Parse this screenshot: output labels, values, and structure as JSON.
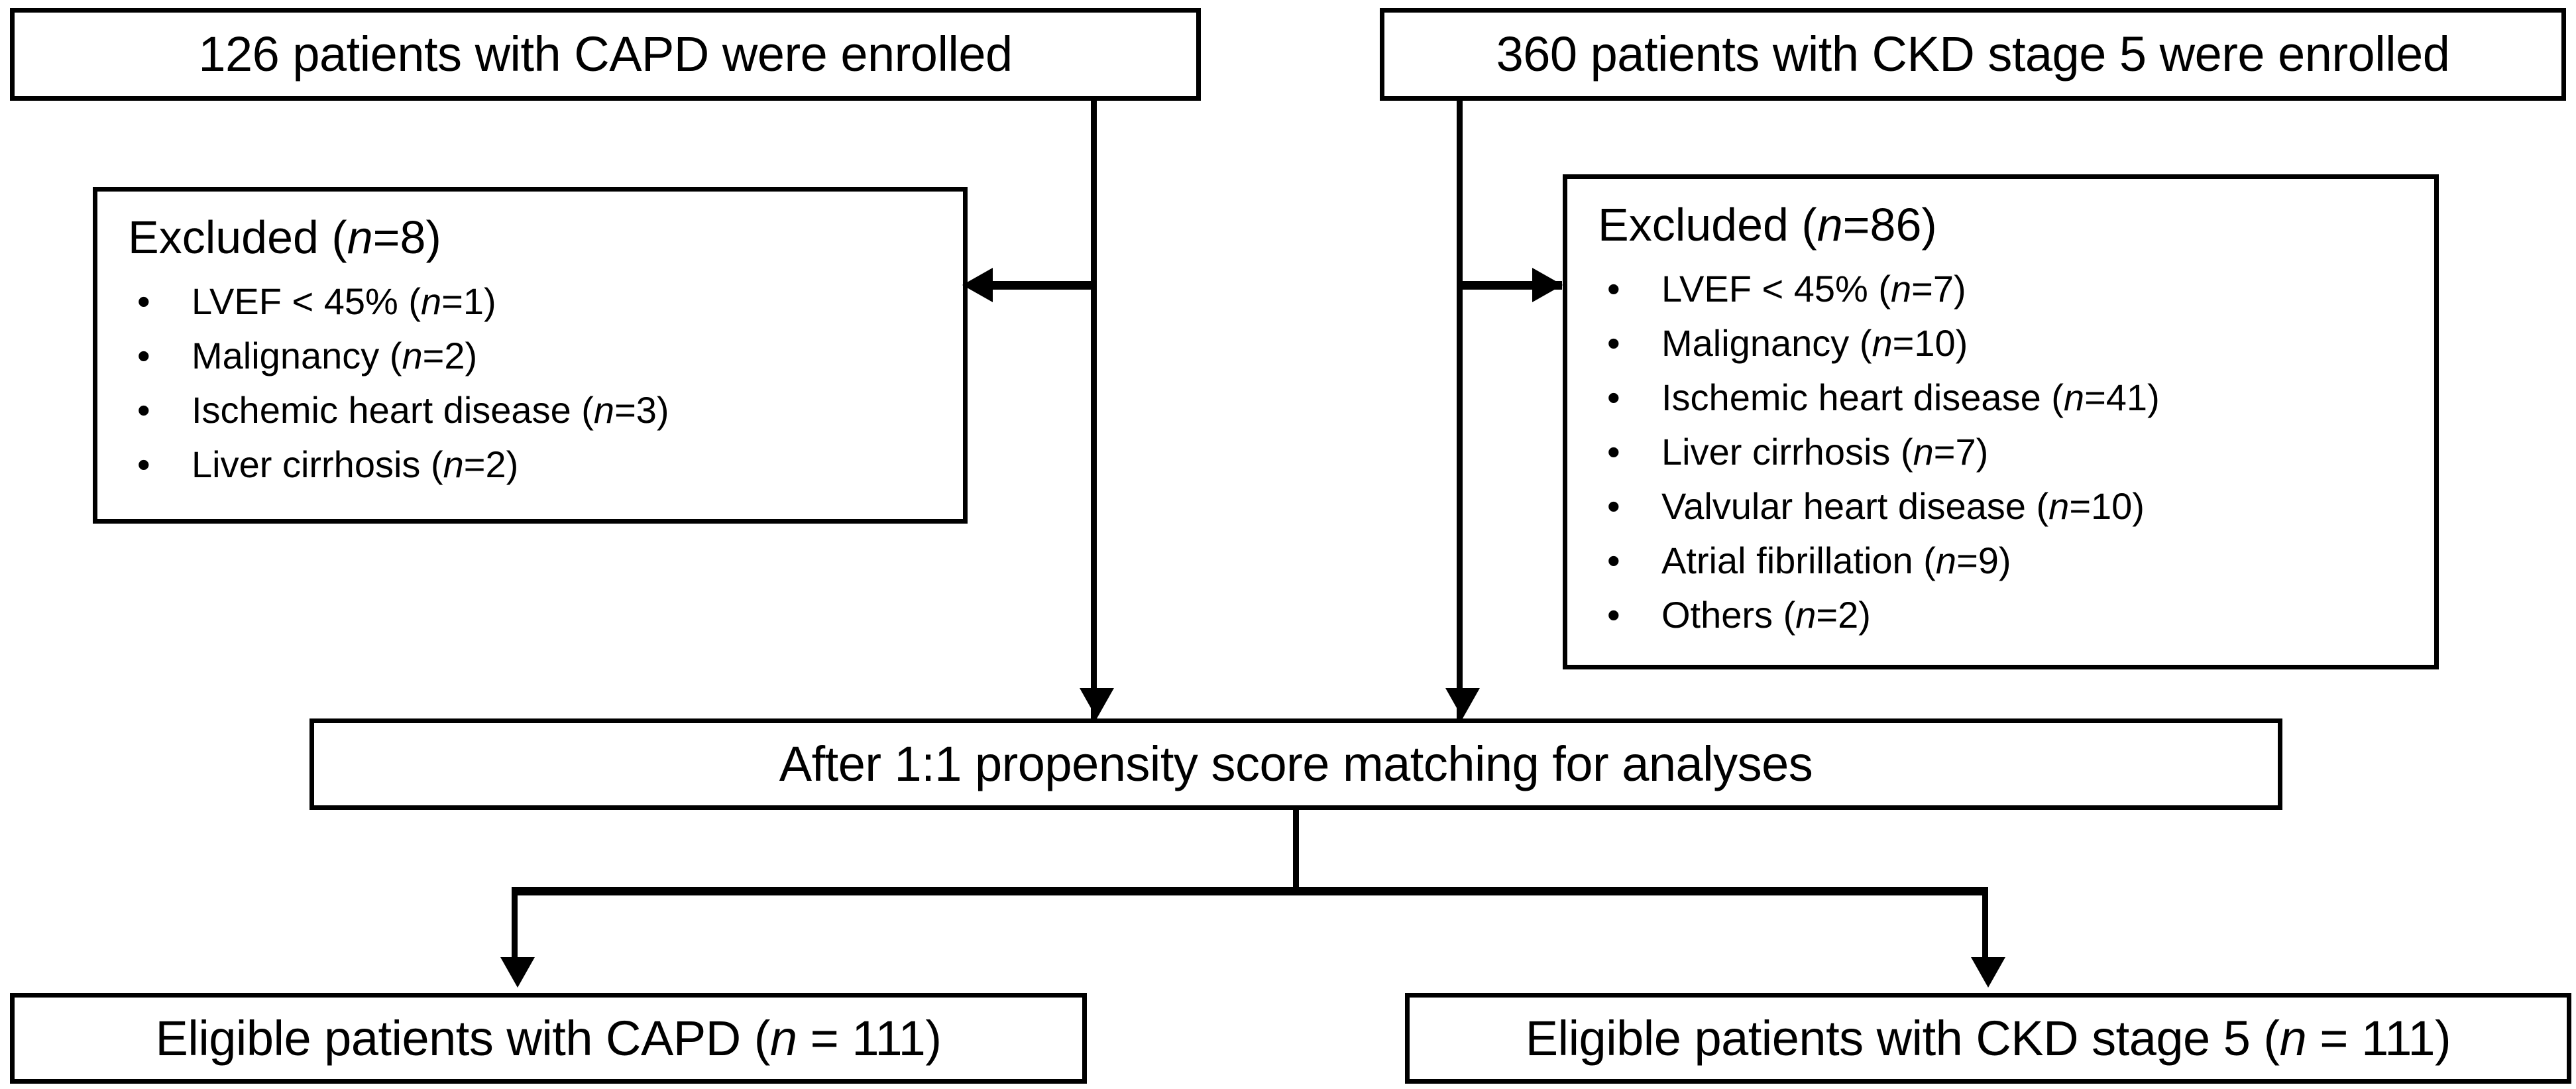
{
  "diagram": {
    "type": "study-flowchart",
    "title": "Patient enrollment and propensity score matching flow"
  },
  "enrollment": {
    "capd": {
      "count": 126,
      "text": "126 patients with CAPD were enrolled"
    },
    "ckd": {
      "count": 360,
      "text": "360 patients with CKD stage 5 were enrolled"
    }
  },
  "excluded_capd": {
    "heading_prefix": "Excluded (",
    "heading_italic": "n",
    "heading_suffix": "=8)",
    "total": 8,
    "bullet_glyph": "•",
    "items": [
      {
        "label": "LVEF  < 45% (",
        "italic": "n",
        "value": "=1)"
      },
      {
        "label": "Malignancy (",
        "italic": "n",
        "value": "=2)"
      },
      {
        "label": "Ischemic heart disease (",
        "italic": "n",
        "value": "=3)"
      },
      {
        "label": "Liver cirrhosis (",
        "italic": "n",
        "value": "=2)"
      }
    ]
  },
  "excluded_ckd": {
    "heading_prefix": "Excluded (",
    "heading_italic": "n",
    "heading_suffix": "=86)",
    "total": 86,
    "bullet_glyph": "•",
    "items": [
      {
        "label": "LVEF  < 45% (",
        "italic": "n",
        "value": "=7)"
      },
      {
        "label": "Malignancy (",
        "italic": "n",
        "value": "=10)"
      },
      {
        "label": "Ischemic heart disease (",
        "italic": "n",
        "value": "=41)"
      },
      {
        "label": "Liver cirrhosis (",
        "italic": "n",
        "value": "=7)"
      },
      {
        "label": "Valvular heart disease (",
        "italic": "n",
        "value": "=10)"
      },
      {
        "label": "Atrial fibrillation  (",
        "italic": "n",
        "value": "=9)"
      },
      {
        "label": "Others (",
        "italic": "n",
        "value": "=2)"
      }
    ]
  },
  "matching": {
    "text": "After 1:1 propensity score matching for analyses",
    "ratio": "1:1"
  },
  "eligible_capd": {
    "prefix": "Eligible patients with CAPD (",
    "italic": "n",
    "suffix": " = 111)",
    "count": 111
  },
  "eligible_ckd": {
    "prefix": "Eligible patients with CKD stage 5 (",
    "italic": "n",
    "suffix": " = 111)",
    "count": 111
  },
  "style": {
    "line_color": "#000000",
    "background": "#ffffff",
    "border_color": "#000000"
  }
}
